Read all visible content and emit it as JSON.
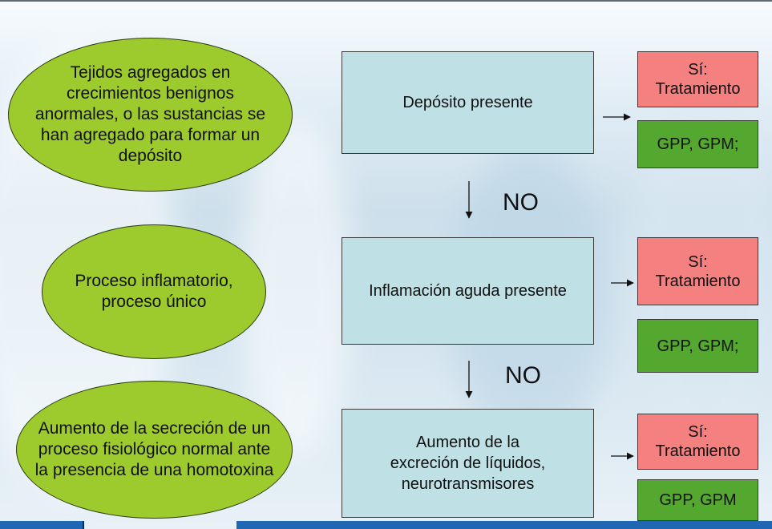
{
  "rows": [
    {
      "ellipse": "Tejidos agregados en crecimientos benignos anormales, o las sustancias se han agregado para formar un depósito",
      "box": "Depósito presente",
      "si": "Sí: Tratamiento",
      "gpp": "GPP, GPM;"
    },
    {
      "ellipse": "Proceso inflamatorio, proceso único",
      "box": "Inflamación aguda presente",
      "si": "Sí: Tratamiento",
      "gpp": "GPP, GPM;"
    },
    {
      "ellipse": "Aumento de la secreción de un proceso fisiológico normal ante la presencia de una homotoxina",
      "box": "Aumento de la excreción de líquidos, neurotransmisores",
      "si": "Sí: Tratamiento",
      "gpp": "GPP, GPM"
    }
  ],
  "no_labels": [
    "NO",
    "NO"
  ]
}
